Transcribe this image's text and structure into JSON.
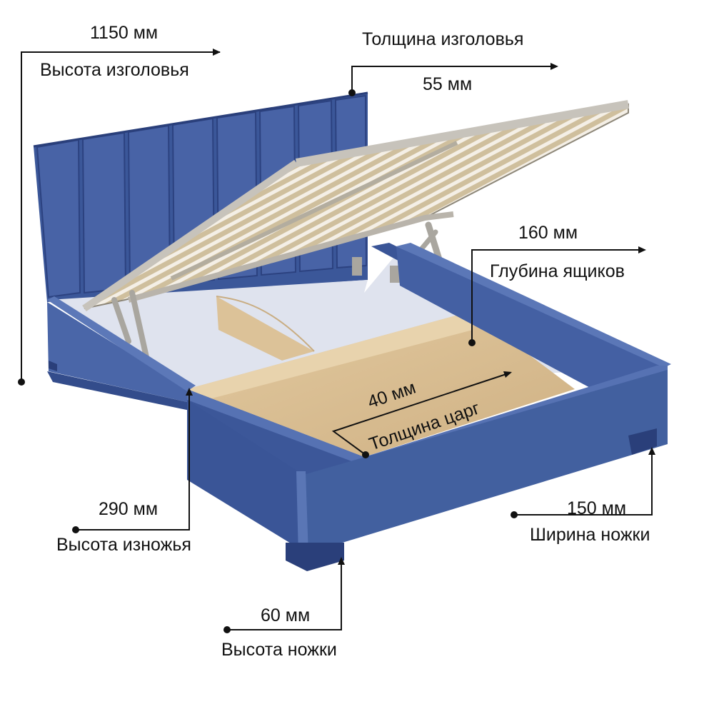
{
  "annotations": {
    "headboard_height": {
      "value": "1150 мм",
      "label": "Высота изголовья"
    },
    "headboard_thickness": {
      "label": "Толщина изголовья",
      "value": "55 мм"
    },
    "drawer_depth": {
      "value": "160 мм",
      "label": "Глубина ящиков"
    },
    "side_thickness": {
      "value": "40 мм",
      "label": "Толщина царг"
    },
    "footboard_height": {
      "value": "290 мм",
      "label": "Высота изножья"
    },
    "leg_width": {
      "value": "150 мм",
      "label": "Ширина ножки"
    },
    "leg_height": {
      "value": "60 мм",
      "label": "Высота ножки"
    }
  },
  "colors": {
    "upholstery": "#3f5c9f",
    "upholstery_dark": "#2f4784",
    "upholstery_light": "#5571b3",
    "wood": "#d9bf94",
    "slat": "#d6c7a6",
    "metal": "#b5b2ac",
    "line": "#111111"
  }
}
